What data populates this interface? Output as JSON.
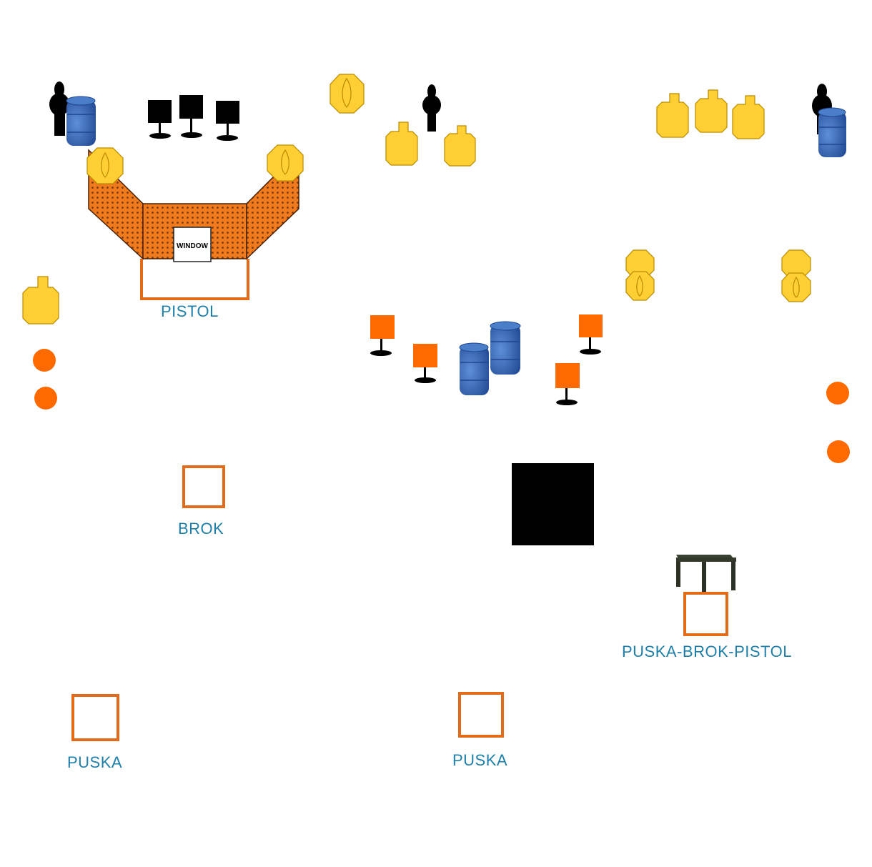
{
  "diagram": {
    "colors": {
      "label": "#1f7fa8",
      "box_border": "#e36c1a",
      "wall_orange": "#f07a1e",
      "steel_orange": "#ff6a00",
      "cardboard_yellow": "#ffcf33",
      "barrel_blue": "#2f63b4",
      "black": "#000000",
      "table": "#333a2c"
    },
    "window_label": "WINDOW",
    "positions": [
      {
        "name": "pistol",
        "label": "PISTOL"
      },
      {
        "name": "brok",
        "label": "BROK"
      },
      {
        "name": "puska-brok-pistol",
        "label": "PUSKA-BROK-PISTOL"
      },
      {
        "name": "puska-left",
        "label": "PUSKA"
      },
      {
        "name": "puska-center",
        "label": "PUSKA"
      }
    ]
  }
}
